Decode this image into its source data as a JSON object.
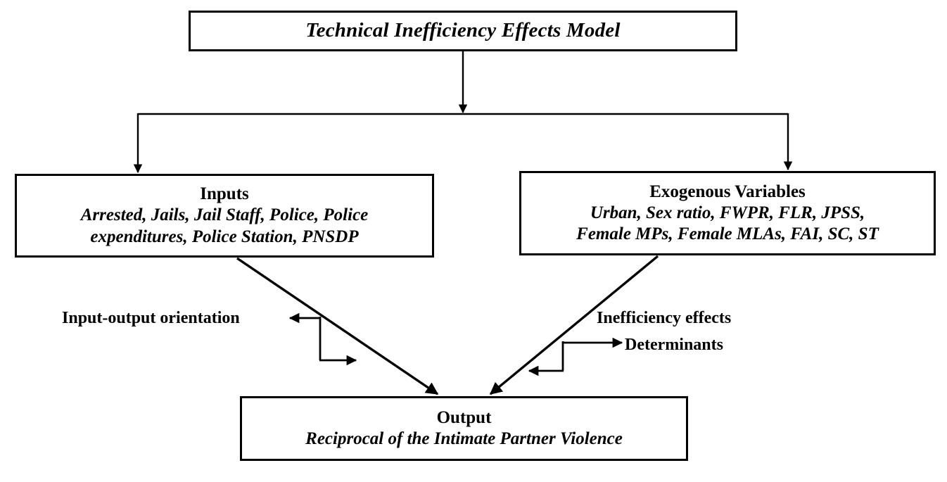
{
  "diagram": {
    "title": "Technical Inefficiency Effects Model",
    "background_color": "#ffffff",
    "line_color": "#000000",
    "text_color": "#000000"
  },
  "nodes": {
    "title_box": {
      "label": "Technical Inefficiency Effects Model"
    },
    "inputs_box": {
      "heading": "Inputs",
      "body": "Arrested, Jails, Jail Staff, Police, Police\nexpenditures, Police Station, PNSDP",
      "variables": [
        "Arrested",
        "Jails",
        "Jail Staff",
        "Police",
        "Police expenditures",
        "Police Station",
        "PNSDP"
      ]
    },
    "exogenous_box": {
      "heading": "Exogenous Variables",
      "body": "Urban, Sex ratio, FWPR, FLR, JPSS,\nFemale MPs, Female MLAs, FAI, SC, ST",
      "variables": [
        "Urban",
        "Sex ratio",
        "FWPR",
        "FLR",
        "JPSS",
        "Female MPs",
        "Female MLAs",
        "FAI",
        "SC",
        "ST"
      ]
    },
    "output_box": {
      "heading": "Output",
      "body": "Reciprocal of the Intimate Partner Violence"
    }
  },
  "annotations": {
    "input_output_orientation": "Input-output orientation",
    "inefficiency_effects": "Inefficiency effects",
    "determinants": "Determinants"
  }
}
